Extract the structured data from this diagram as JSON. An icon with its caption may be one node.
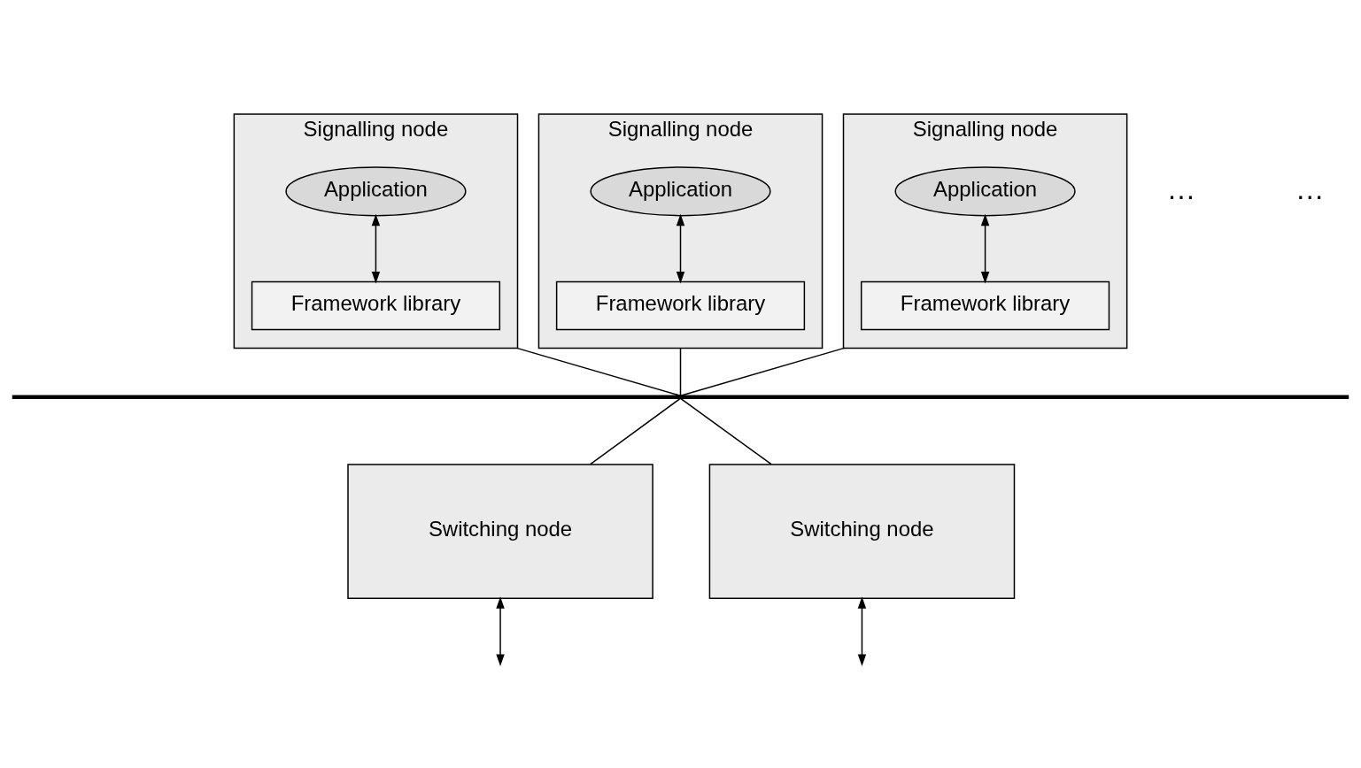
{
  "diagram": {
    "nodes": [
      {
        "text": [
          "Signalling node"
        ]
      },
      {
        "text": [
          "Application"
        ],
        "in": 0
      },
      {
        "text": [
          "Framework library"
        ],
        "in": 0
      },
      {
        "text": [
          "Signalling node"
        ]
      },
      {
        "text": [
          "Application"
        ],
        "in": 3
      },
      {
        "text": [
          "Framework library"
        ],
        "in": 3
      },
      {
        "text": [
          "Signalling node"
        ]
      },
      {
        "text": [
          "Application"
        ],
        "in": 6
      },
      {
        "text": [
          "Framework library"
        ],
        "in": 6
      },
      {
        "text": [],
        "shape": "bar"
      },
      {
        "text": [
          "Switching node"
        ]
      },
      {
        "text": [
          "Switching node"
        ]
      }
    ],
    "edges": [
      {
        "from": 1,
        "to": 2,
        "arrow": "both"
      },
      {
        "from": 4,
        "to": 5,
        "arrow": "both"
      },
      {
        "from": 7,
        "to": 8,
        "arrow": "both"
      },
      {
        "from": 0,
        "to": 9,
        "arrow": "none"
      },
      {
        "from": 3,
        "to": 9,
        "arrow": "none"
      },
      {
        "from": 6,
        "to": 9,
        "arrow": "none"
      },
      {
        "from": 9,
        "to": 10,
        "arrow": "none"
      },
      {
        "from": 9,
        "to": 11,
        "arrow": "none"
      },
      {
        "from": 10,
        "to": null,
        "arrow": "both"
      },
      {
        "from": 11,
        "to": null,
        "arrow": "both"
      }
    ],
    "labels": [
      "…",
      "…"
    ]
  }
}
